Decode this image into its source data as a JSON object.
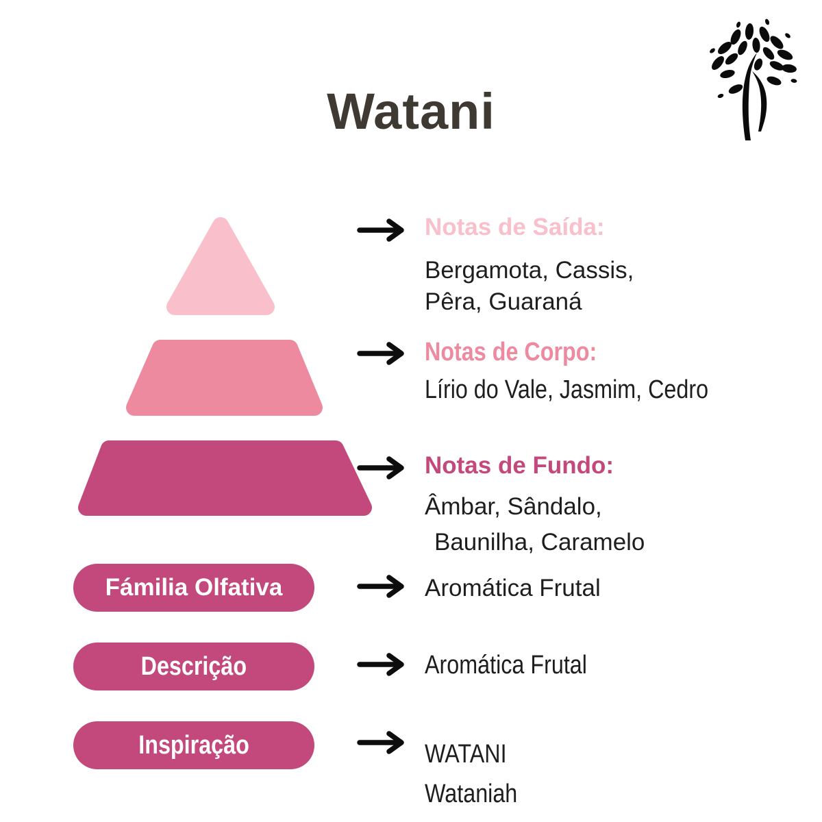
{
  "title": "Watani",
  "logo": {
    "icon": "tree-person-logo",
    "color": "#0b0b0b"
  },
  "pyramid": {
    "levels": [
      {
        "position": "top",
        "color": "#f9bfca",
        "label": "Notas de Saída:",
        "notes": [
          "Bergamota, Cassis,",
          "Pêra, Guaraná"
        ]
      },
      {
        "position": "middle",
        "color": "#ee8aa0",
        "label": "Notas de Corpo:",
        "notes": [
          "Lírio do Vale, Jasmim, Cedro"
        ]
      },
      {
        "position": "bottom",
        "color": "#c3497c",
        "label": "Notas de Fundo:",
        "notes": [
          "Âmbar, Sândalo,",
          "Baunilha, Caramelo"
        ]
      }
    ]
  },
  "attributes": [
    {
      "label": "Fámilia Olfativa",
      "values": [
        "Aromática Frutal"
      ]
    },
    {
      "label": "Descrição",
      "values": [
        "Aromática Frutal"
      ]
    },
    {
      "label": "Inspiração",
      "values": [
        "WATANI",
        "Wataniah"
      ]
    }
  ],
  "icons": {
    "arrow": "arrow-right-icon",
    "logo": "tree-person-logo"
  },
  "colors": {
    "background": "#ffffff",
    "title_text": "#3e3a33",
    "body_text": "#1e1e1e",
    "arrow": "#0d0d0d",
    "pill_background": "#c3497c",
    "pill_text": "#ffffff",
    "level_top": "#f9bfca",
    "level_middle": "#ee8aa0",
    "level_bottom": "#c3497c"
  }
}
